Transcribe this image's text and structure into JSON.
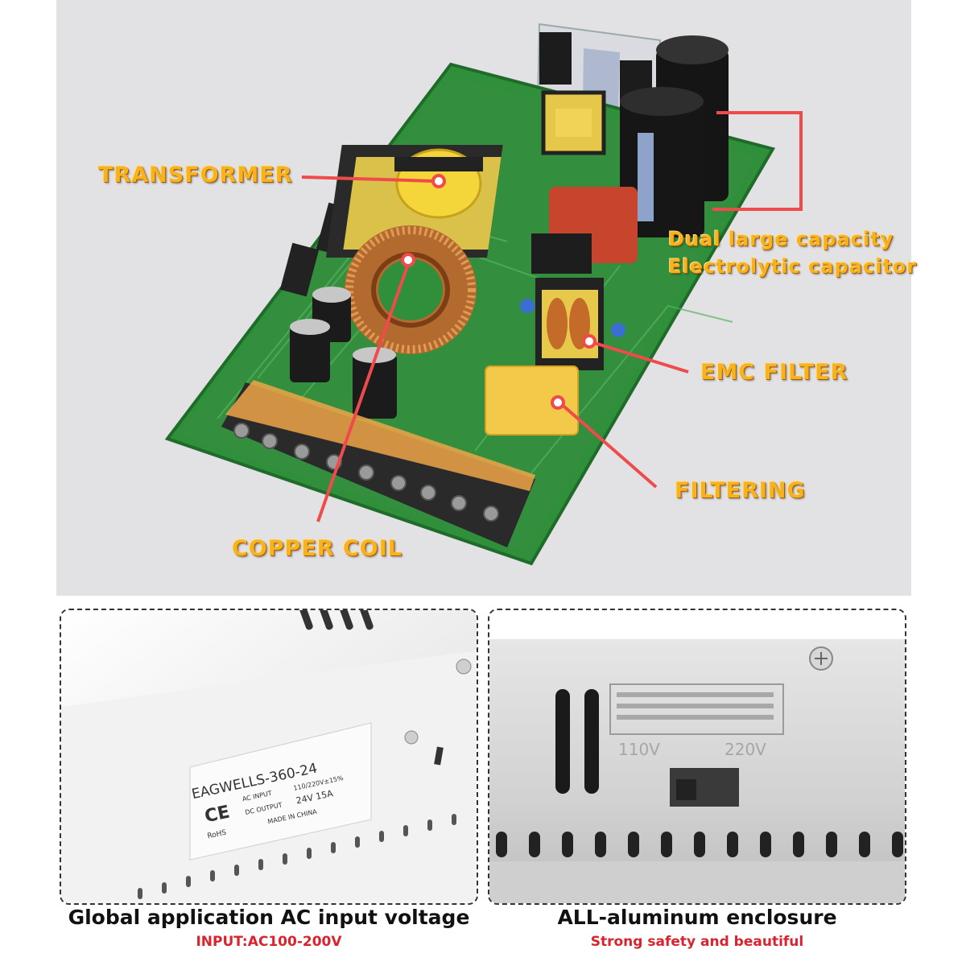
{
  "callouts": {
    "transformer": "TRANSFORMER",
    "capacitor_line1": "Dual large capacity",
    "capacitor_line2": "Electrolytic capacitor",
    "emc_filter": "EMC FILTER",
    "filtering": "FILTERING",
    "copper_coil": "COPPER COIL"
  },
  "label_plate": {
    "brand_model": "EAGWELLS-360-24",
    "ac_input_label": "AC INPUT",
    "ac_input_value": "110/220V±15%",
    "dc_output_label": "DC OUTPUT",
    "dc_output_value": "24V  15A",
    "made_in": "MADE IN CHINA",
    "ce_mark": "CE",
    "rohs": "RoHS"
  },
  "switch_marks": {
    "left": "110V",
    "right": "220V"
  },
  "captions": {
    "left_title": "Global application AC input voltage",
    "left_sub": "INPUT:AC100-200V",
    "right_title": "ALL-aluminum enclosure",
    "right_sub": "Strong safety and beautiful"
  },
  "colors": {
    "panel_bg": "#e2e1e4",
    "pcb_green": "#2f8f3a",
    "callout_orange": "#f6b21f",
    "pointer_red": "#f04b4b",
    "caption_red": "#d9232e"
  }
}
